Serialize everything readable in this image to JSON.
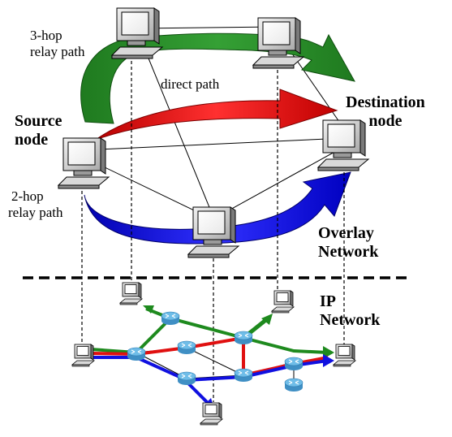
{
  "labels": {
    "three_hop": [
      "3-hop",
      "relay path"
    ],
    "direct_path": "direct path",
    "source": [
      "Source",
      "node"
    ],
    "destination": [
      "Destination",
      "node"
    ],
    "two_hop": [
      "2-hop",
      "relay path"
    ],
    "overlay": [
      "Overlay",
      "Network"
    ],
    "ip": [
      "IP",
      "Network"
    ]
  },
  "colors": {
    "three_hop_path": "#1e8a1e",
    "direct_path": "#e01010",
    "two_hop_path": "#1010e0",
    "router": "#4fa3d6"
  },
  "icons": {
    "overlay_node": "computer-icon",
    "ip_host": "computer-icon",
    "router": "router-icon"
  }
}
